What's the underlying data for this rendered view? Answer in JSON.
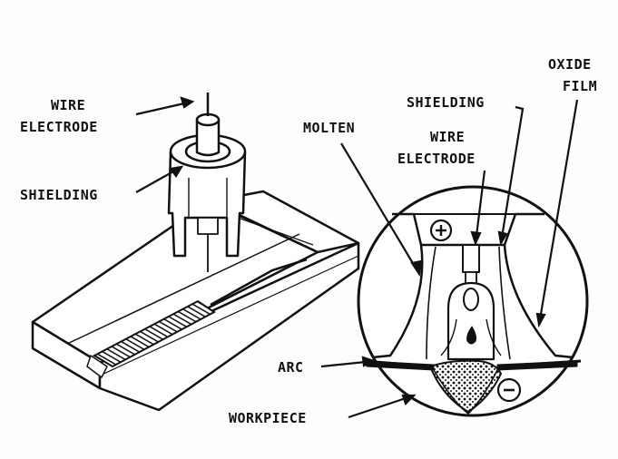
{
  "labels": {
    "wire_electrode_line1": "WIRE",
    "wire_electrode_line2": "ELECTRODE",
    "shielding_left": "SHIELDING",
    "molten": "MOLTEN",
    "shielding_inset": "SHIELDING",
    "inset_wire_line1": "WIRE",
    "inset_wire_line2": "ELECTRODE",
    "oxide_line1": "OXIDE",
    "oxide_line2": "FILM",
    "arc": "ARC",
    "workpiece": "WORKPIECE",
    "positive_sign": "+",
    "negative_sign": "−"
  },
  "colors": {
    "ink": "#111111",
    "paper": "#fdfdfc",
    "weld_bead": "#2a2a2a"
  }
}
